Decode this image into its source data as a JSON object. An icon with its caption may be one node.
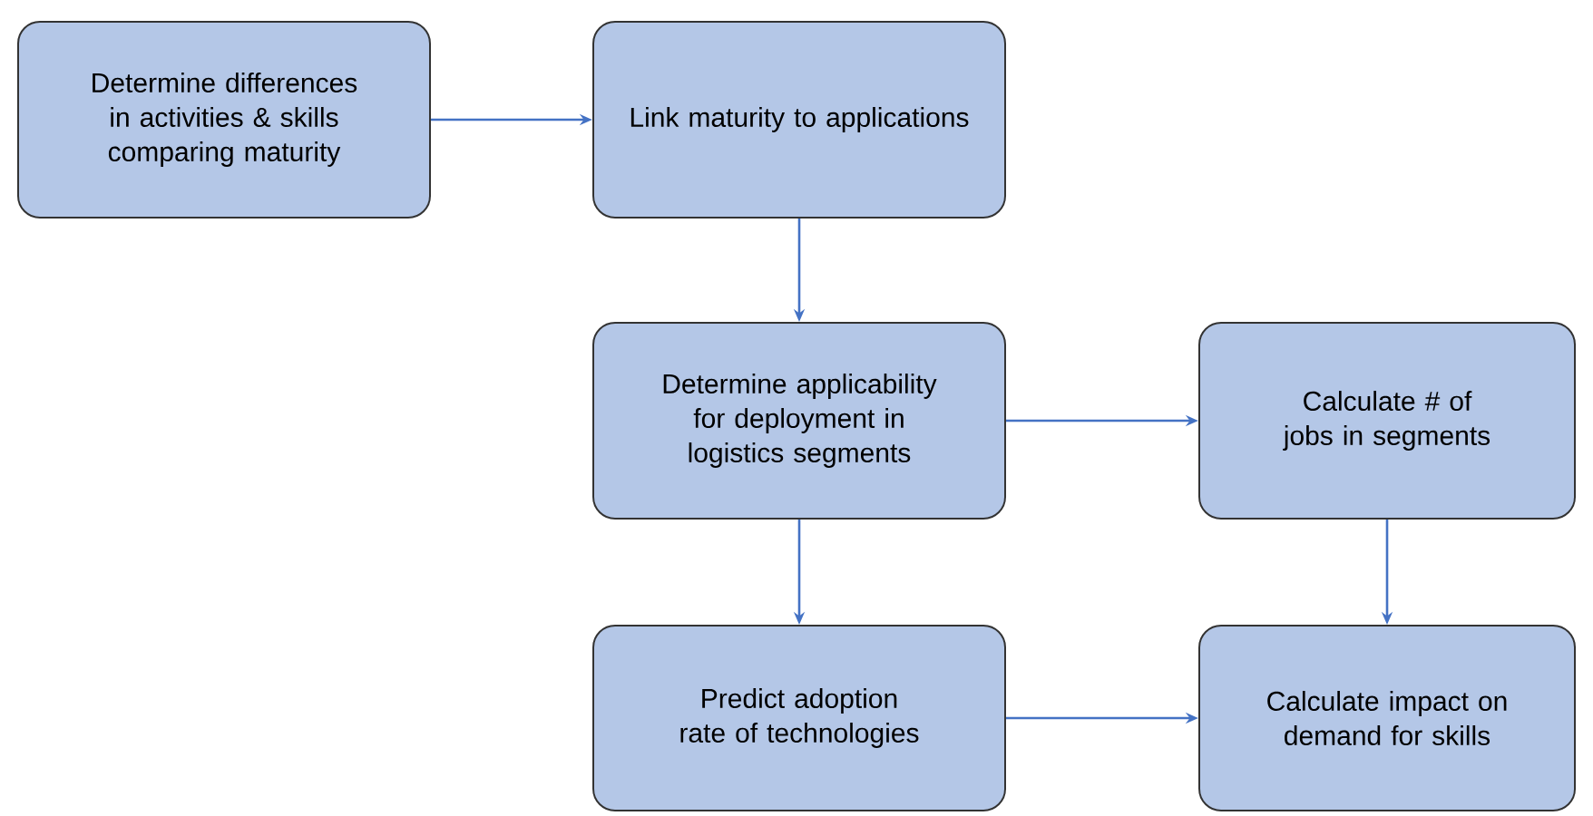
{
  "diagram": {
    "nodes": [
      {
        "text": [
          "Determine differences in activities & skills comparing maturity"
        ]
      },
      {
        "text": [
          "Link maturity to applications"
        ]
      },
      {
        "text": [
          "Determine applicability for deployment in logistics segments"
        ]
      },
      {
        "text": [
          "Calculate # of jobs in segments"
        ]
      },
      {
        "text": [
          "Predict adoption rate of technologies"
        ]
      },
      {
        "text": [
          "Calculate impact on demand for skills"
        ]
      }
    ],
    "edges": [
      {
        "from": 0,
        "to": 1,
        "arrow": "to"
      },
      {
        "from": 1,
        "to": 2,
        "arrow": "to"
      },
      {
        "from": 2,
        "to": 3,
        "arrow": "to"
      },
      {
        "from": 2,
        "to": 4,
        "arrow": "to"
      },
      {
        "from": 3,
        "to": 5,
        "arrow": "to"
      },
      {
        "from": 4,
        "to": 5,
        "arrow": "to"
      }
    ]
  }
}
